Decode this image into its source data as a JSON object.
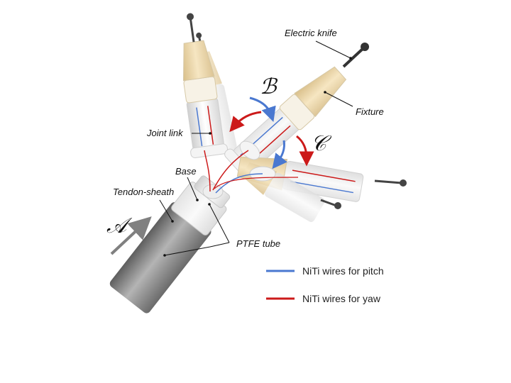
{
  "labels": {
    "electric_knife": "Electric knife",
    "fixture": "Fixture",
    "joint_link": "Joint link",
    "base": "Base",
    "tendon_sheath": "Tendon-sheath",
    "ptfe_tube": "PTFE tube"
  },
  "motions": {
    "a": "𝒜",
    "b": "ℬ",
    "c": "𝒞"
  },
  "legend": [
    {
      "label": "NiTi wires for pitch",
      "color": "#4a78d0"
    },
    {
      "label": "NiTi wires for yaw",
      "color": "#cc1a1a"
    }
  ],
  "colors": {
    "fixture": "#eed9ad",
    "shaft": "#8a8a8a",
    "link": "#f0f0f0",
    "arrow_gray": "#808080",
    "arrow_blue": "#4a78d0",
    "arrow_red": "#cc1a1a"
  }
}
